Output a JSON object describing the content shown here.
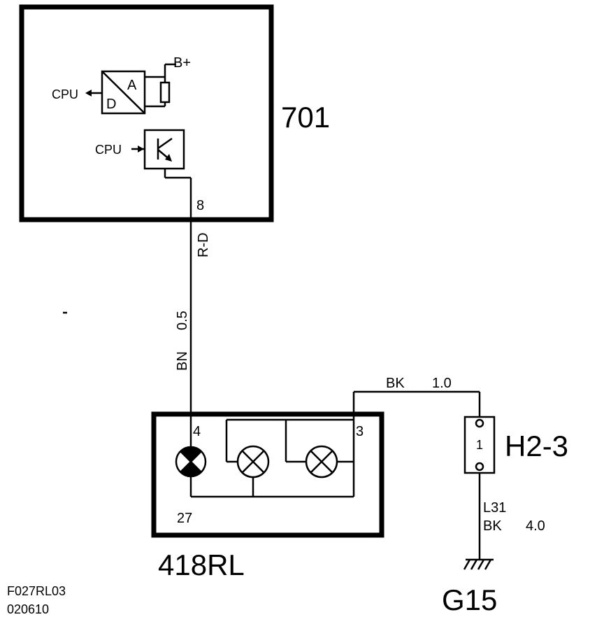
{
  "ecu": {
    "id": "701",
    "ad_label_a": "A",
    "ad_label_d": "D",
    "b_plus": "B+",
    "cpu_out": "CPU",
    "cpu_in": "CPU",
    "pin": "8",
    "wire_code": "R-D"
  },
  "wire_main": {
    "color": "BN",
    "size": "0.5"
  },
  "wire_bk": {
    "color": "BK",
    "size": "1.0"
  },
  "lamp_unit": {
    "id": "418RL",
    "pin_left": "4",
    "pin_right": "3",
    "bulb_code": "27"
  },
  "connector": {
    "id": "H2-3",
    "pin": "1"
  },
  "ground_wire": {
    "code": "L31",
    "color": "BK",
    "size": "4.0"
  },
  "ground": {
    "id": "G15"
  },
  "footer": {
    "code": "F027RL03",
    "date": "020610"
  }
}
